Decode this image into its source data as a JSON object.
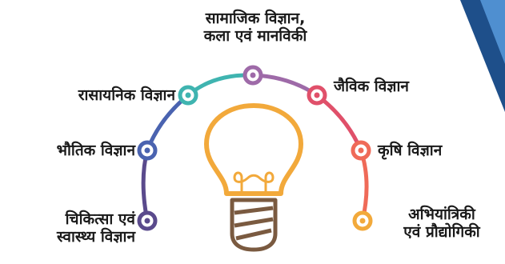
{
  "diagram": {
    "labels": {
      "chemical_science": "रासायनिक विज्ञान",
      "physical_science": "भौतिक विज्ञान",
      "medical_health_science": [
        "चिकित्सा एवं",
        "स्वास्थ्य विज्ञान"
      ],
      "social_science_arts_humanities": [
        "सामाजिक विज्ञान,",
        "कला एवं मानविकी"
      ],
      "biological_science": "जैविक विज्ञान",
      "agricultural_science": "कृषि विज्ञान",
      "engineering_technology": [
        "अभियांत्रिकी",
        "एवं प्रौद्योगिकी"
      ]
    },
    "colors": {
      "arc_medical": "#5a4a8c",
      "arc_physical": "#4a63b0",
      "arc_chemical": "#3fb4b0",
      "arc_social": "#9e6aa8",
      "arc_biological": "#e0506a",
      "arc_agricultural": "#ef6a58",
      "arc_engineering": "#f2a93b",
      "bulb_outline": "#f2a93b",
      "bulb_base": "#7a5a40",
      "corner_dark": "#1e4f8a",
      "corner_light": "#4f8fd0",
      "text": "#1a1a1a"
    }
  }
}
